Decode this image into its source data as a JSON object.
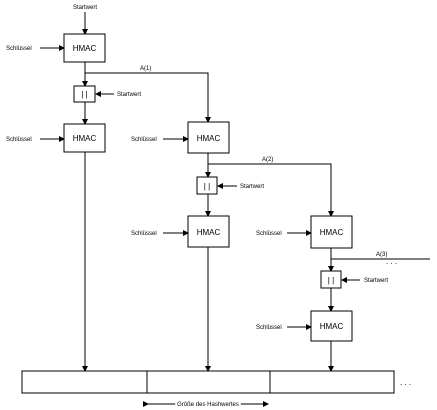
{
  "labels": {
    "startwert": "Startwert",
    "schluessel": "Schlüssel",
    "hmac": "HMAC",
    "concat": "| |",
    "a1": "A(1)",
    "a2": "A(2)",
    "a3": "A(3)",
    "ellipsis": ". . .",
    "hash_size": "Größe des Hashwertes"
  }
}
